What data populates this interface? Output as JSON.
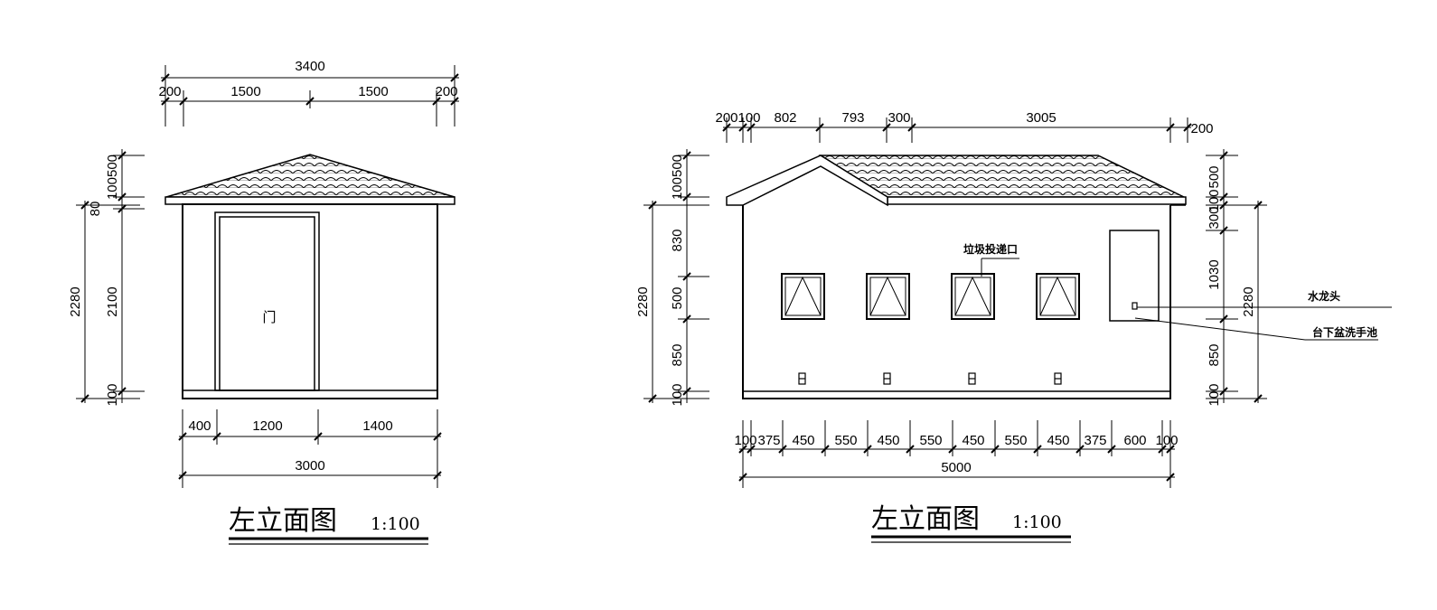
{
  "left_view": {
    "overall_width": "3400",
    "top_dims": [
      "200",
      "1500",
      "1500",
      "200"
    ],
    "height_total": "2280",
    "height_wall": "2100",
    "height_base": "100",
    "height_roof_a": "100500",
    "height_roof_b": "80",
    "door_label": "门",
    "bottom_dims": [
      "400",
      "1200",
      "1400"
    ],
    "body_width": "3000",
    "title": "左立面图",
    "scale": "1:100"
  },
  "right_view": {
    "top_dims": [
      "200",
      "100",
      "802",
      "793",
      "300",
      "3005",
      "200"
    ],
    "left_heights": {
      "roof": "100500",
      "total": "2280",
      "upper": "830",
      "window": "500",
      "lower": "850",
      "base": "100"
    },
    "right_heights": {
      "roof": "500",
      "gap": "100",
      "upper": "300",
      "mid": "1030",
      "total": "2280",
      "lower": "850",
      "base": "100"
    },
    "bottom_dims": [
      "100",
      "375",
      "450",
      "550",
      "450",
      "550",
      "450",
      "550",
      "450",
      "375",
      "600",
      "100"
    ],
    "overall_width": "5000",
    "annotations": {
      "vent": "垃圾投递口",
      "faucet": "水龙头",
      "basin": "台下盆洗手池"
    },
    "title": "左立面图",
    "scale": "1:100"
  }
}
